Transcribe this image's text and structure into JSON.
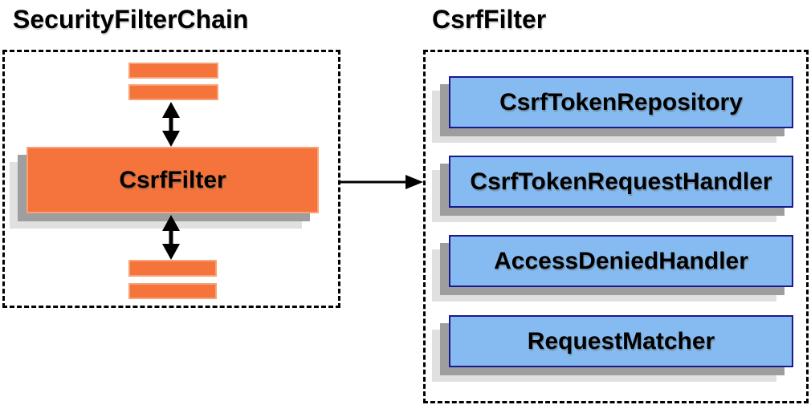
{
  "left_panel": {
    "title": "SecurityFilterChain",
    "filter_label": "CsrfFilter"
  },
  "right_panel": {
    "title": "CsrfFilter",
    "components": [
      "CsrfTokenRepository",
      "CsrfTokenRequestHandler",
      "AccessDeniedHandler",
      "RequestMatcher"
    ]
  },
  "icons": {
    "top_double_arrow": "double-headed-vertical-arrow-icon",
    "bottom_double_arrow": "double-headed-vertical-arrow-icon",
    "connector": "right-arrow-icon"
  },
  "colors": {
    "orange_fill": "#F4743B",
    "orange_border": "#F8A277",
    "blue_fill": "#85BBF0",
    "blue_border": "#1A1A8E",
    "shadow_dark": "#9E9E9E",
    "shadow_light": "#E0E0E0",
    "arrow_black": "#000000"
  }
}
